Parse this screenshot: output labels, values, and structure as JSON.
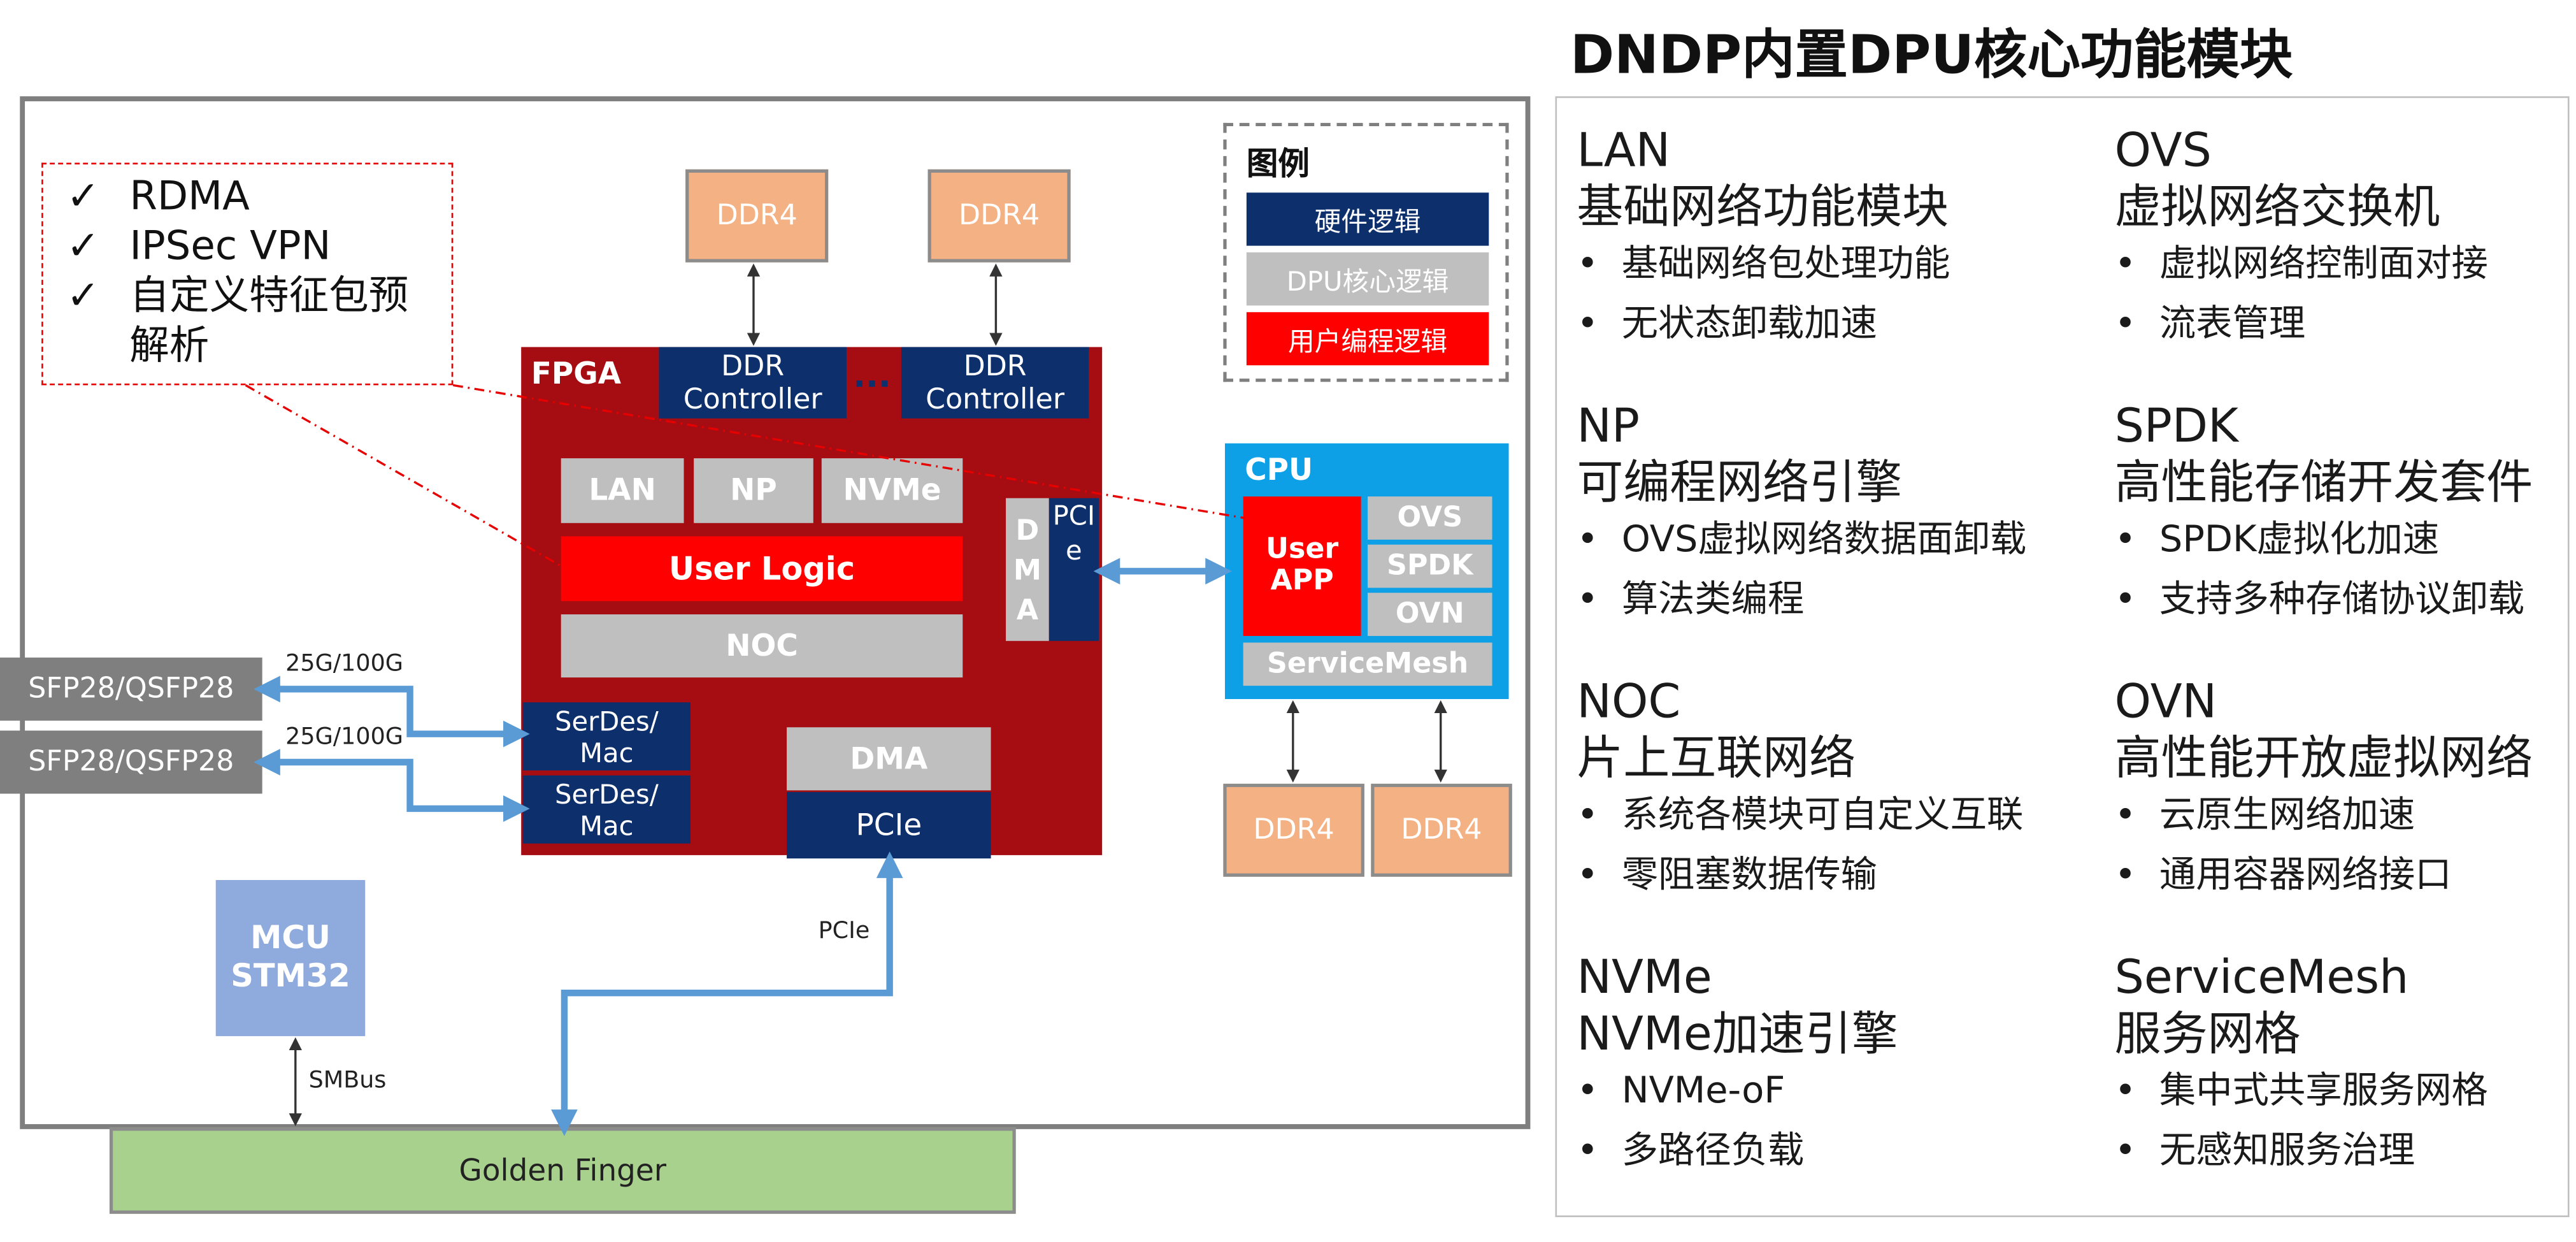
{
  "title": "DNDP内置DPU核心功能模块",
  "callout": [
    "RDMA",
    "IPSec VPN",
    "自定义特征包预",
    "解析"
  ],
  "checkmark": "✓",
  "legend": {
    "title": "图例",
    "hardware": "硬件逻辑",
    "dpu": "DPU核心逻辑",
    "user": "用户编程逻辑"
  },
  "ddr_label": "DDR4",
  "fpga": {
    "label": "FPGA",
    "ddr_ctrl_1": "DDR\nController",
    "ddr_ctrl_2": "DDR\nController",
    "ellipsis": "...",
    "lan": "LAN",
    "np": "NP",
    "nvme": "NVMe",
    "user_logic": "User Logic",
    "noc": "NOC",
    "dma_vertical": "DMA",
    "pcie_vertical": "PCIe",
    "serdes_1": "SerDes/\nMac",
    "serdes_2": "SerDes/\nMac",
    "dma": "DMA",
    "pcie": "PCIe"
  },
  "cpu": {
    "label": "CPU",
    "user_app": "User\nAPP",
    "ovs": "OVS",
    "spdk": "SPDK",
    "ovn": "OVN",
    "servicemesh": "ServiceMesh"
  },
  "ports": [
    {
      "name": "SFP28/QSFP28",
      "speed": "25G/100G"
    },
    {
      "name": "SFP28/QSFP28",
      "speed": "25G/100G"
    }
  ],
  "mcu": "MCU\nSTM32",
  "smbus": "SMBus",
  "pcie_link": "PCIe",
  "golden_finger": "Golden Finger",
  "features": [
    {
      "en": "LAN",
      "cn": "基础网络功能模块",
      "bullets": [
        "基础网络包处理功能",
        "无状态卸载加速"
      ]
    },
    {
      "en": "OVS",
      "cn": "虚拟网络交换机",
      "bullets": [
        "虚拟网络控制面对接",
        "流表管理"
      ]
    },
    {
      "en": "NP",
      "cn": "可编程网络引擎",
      "bullets": [
        "OVS虚拟网络数据面卸载",
        "算法类编程"
      ]
    },
    {
      "en": "SPDK",
      "cn": "高性能存储开发套件",
      "bullets": [
        "SPDK虚拟化加速",
        "支持多种存储协议卸载"
      ]
    },
    {
      "en": "NOC",
      "cn": "片上互联网络",
      "bullets": [
        "系统各模块可自定义互联",
        "零阻塞数据传输"
      ]
    },
    {
      "en": "OVN",
      "cn": "高性能开放虚拟网络",
      "bullets": [
        "云原生网络加速",
        "通用容器网络接口"
      ]
    },
    {
      "en": "NVMe",
      "cn": "NVMe加速引擎",
      "bullets": [
        "NVMe-oF",
        "多路径负载"
      ]
    },
    {
      "en": "ServiceMesh",
      "cn": "服务网格",
      "bullets": [
        "集中式共享服务网格",
        "无感知服务治理"
      ]
    }
  ],
  "bullet_char": "•",
  "colors": {
    "fpga": "#a50d13",
    "navy": "#0d2f6b",
    "cpu": "#0ea0e6",
    "ddr": "#f4b183",
    "gray": "#bfbfbf",
    "red": "#ff0000",
    "port": "#7f7f7f",
    "mcu": "#8faadc",
    "golden": "#a9d18e",
    "link": "#5b9bd5"
  }
}
